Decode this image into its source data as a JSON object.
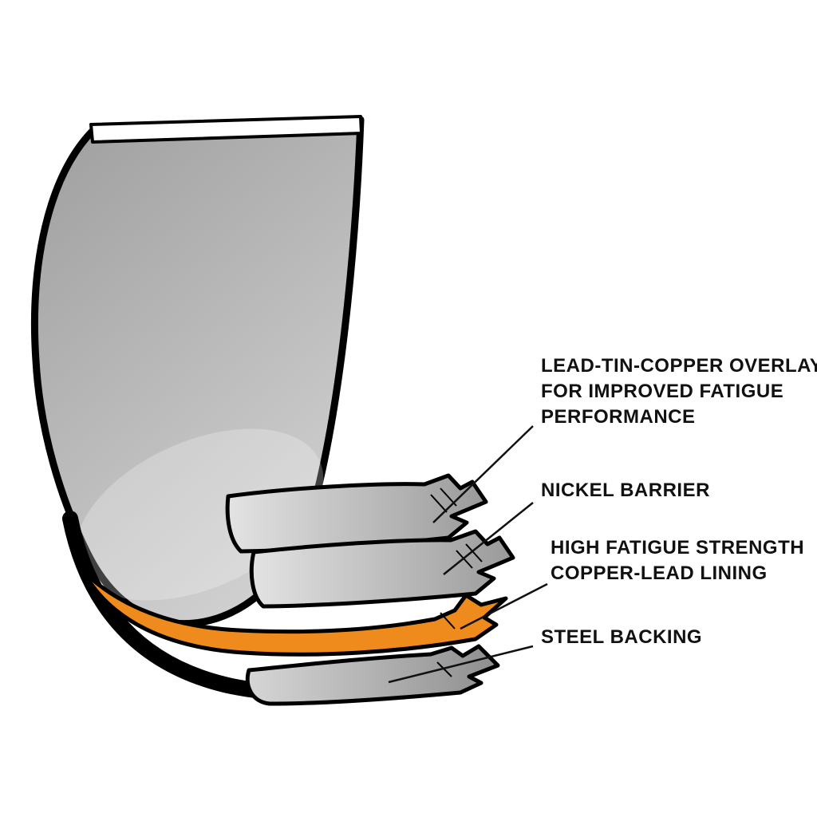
{
  "diagram": {
    "subject": "Engine bearing layer construction cutaway",
    "background_color": "#ffffff",
    "colors": {
      "outline": "#000000",
      "label_text": "#111111",
      "top_edge_white": "#ffffff",
      "shell_gray_top": "#9e9e9e",
      "shell_gray_bottom": "#cfcfcf",
      "tongue_light": "#e3e3e3",
      "tongue_dark": "#9a9a9a",
      "copper_lead_orange": "#ef8a1c",
      "steel_light": "#d6d6d6",
      "steel_dark": "#8e8e8e"
    },
    "layers": [
      {
        "id": "overlay-step",
        "label_lines": [
          "LEAD-TIN-COPPER OVERLAY",
          "FOR IMPROVED FATIGUE",
          "PERFORMANCE"
        ]
      },
      {
        "id": "nickel-step",
        "label_lines": [
          "NICKEL BARRIER"
        ]
      },
      {
        "id": "copper-lead-step",
        "label_lines": [
          "HIGH FATIGUE STRENGTH",
          "COPPER-LEAD LINING"
        ]
      },
      {
        "id": "steel-backing-step",
        "label_lines": [
          "STEEL BACKING"
        ]
      }
    ]
  }
}
